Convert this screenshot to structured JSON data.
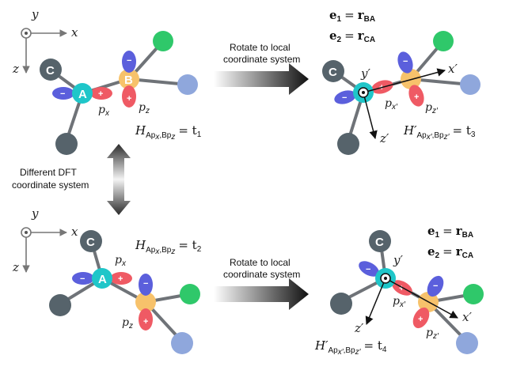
{
  "axes": {
    "x": "x",
    "y": "y",
    "z": "z",
    "xp": "x′",
    "yp": "y′",
    "zp": "z′"
  },
  "atoms": {
    "A": "A",
    "B": "B",
    "C": "C"
  },
  "orbitals": {
    "px": "p",
    "px_sub": "x",
    "pz": "p",
    "pz_sub": "z",
    "pxp": "p",
    "pxp_sub": "x′",
    "pzp": "p",
    "pzp_sub": "z′"
  },
  "signs": {
    "plus": "+",
    "minus": "−"
  },
  "arrows": {
    "rotate_line1": "Rotate to local",
    "rotate_line2": "coordinate system",
    "dft_line1": "Different DFT",
    "dft_line2": "coordinate system"
  },
  "vectors": {
    "e1": "e",
    "e1_sub": "1",
    "eq": "=",
    "r": "r",
    "ba": "BA",
    "e2": "e",
    "e2_sub": "2",
    "ca": "CA"
  },
  "equations": {
    "h_top": "H",
    "h_top_sub": "Ap",
    "h_top_sub_x": "x",
    "h_top_sub_b": ",Bp",
    "h_top_sub_z": "z",
    "h_top_rhs": "= t",
    "h_top_rhs_sub": "1",
    "h_bottom": "H",
    "h_bottom_sub": "Ap",
    "h_bottom_sub_x": "x",
    "h_bottom_sub_b": ",Bp",
    "h_bottom_sub_z": "z",
    "h_bottom_rhs": "= t",
    "h_bottom_rhs_sub": "2",
    "hp_top": "H′",
    "hp_top_sub": "Ap",
    "hp_top_sub_x": "x′",
    "hp_top_sub_b": ",Bp",
    "hp_top_sub_z": "z′",
    "hp_top_rhs": "= t",
    "hp_top_rhs_sub": "3",
    "hp_bottom": "H′",
    "hp_bottom_sub": "Ap",
    "hp_bottom_sub_x": "x′",
    "hp_bottom_sub_b": ",Bp",
    "hp_bottom_sub_z": "z′",
    "hp_bottom_rhs": "= t",
    "hp_bottom_rhs_sub": "4"
  },
  "colors": {
    "atom_A": "#1fc6c9",
    "atom_B": "#f7c26b",
    "atom_C": "#56636b",
    "green": "#2fc86a",
    "blue_atom": "#8fa7dc",
    "gray_atom": "#56636b",
    "lobe_red": "#ef5a64",
    "lobe_blue": "#5b5fdc",
    "bond": "#6f7378"
  }
}
